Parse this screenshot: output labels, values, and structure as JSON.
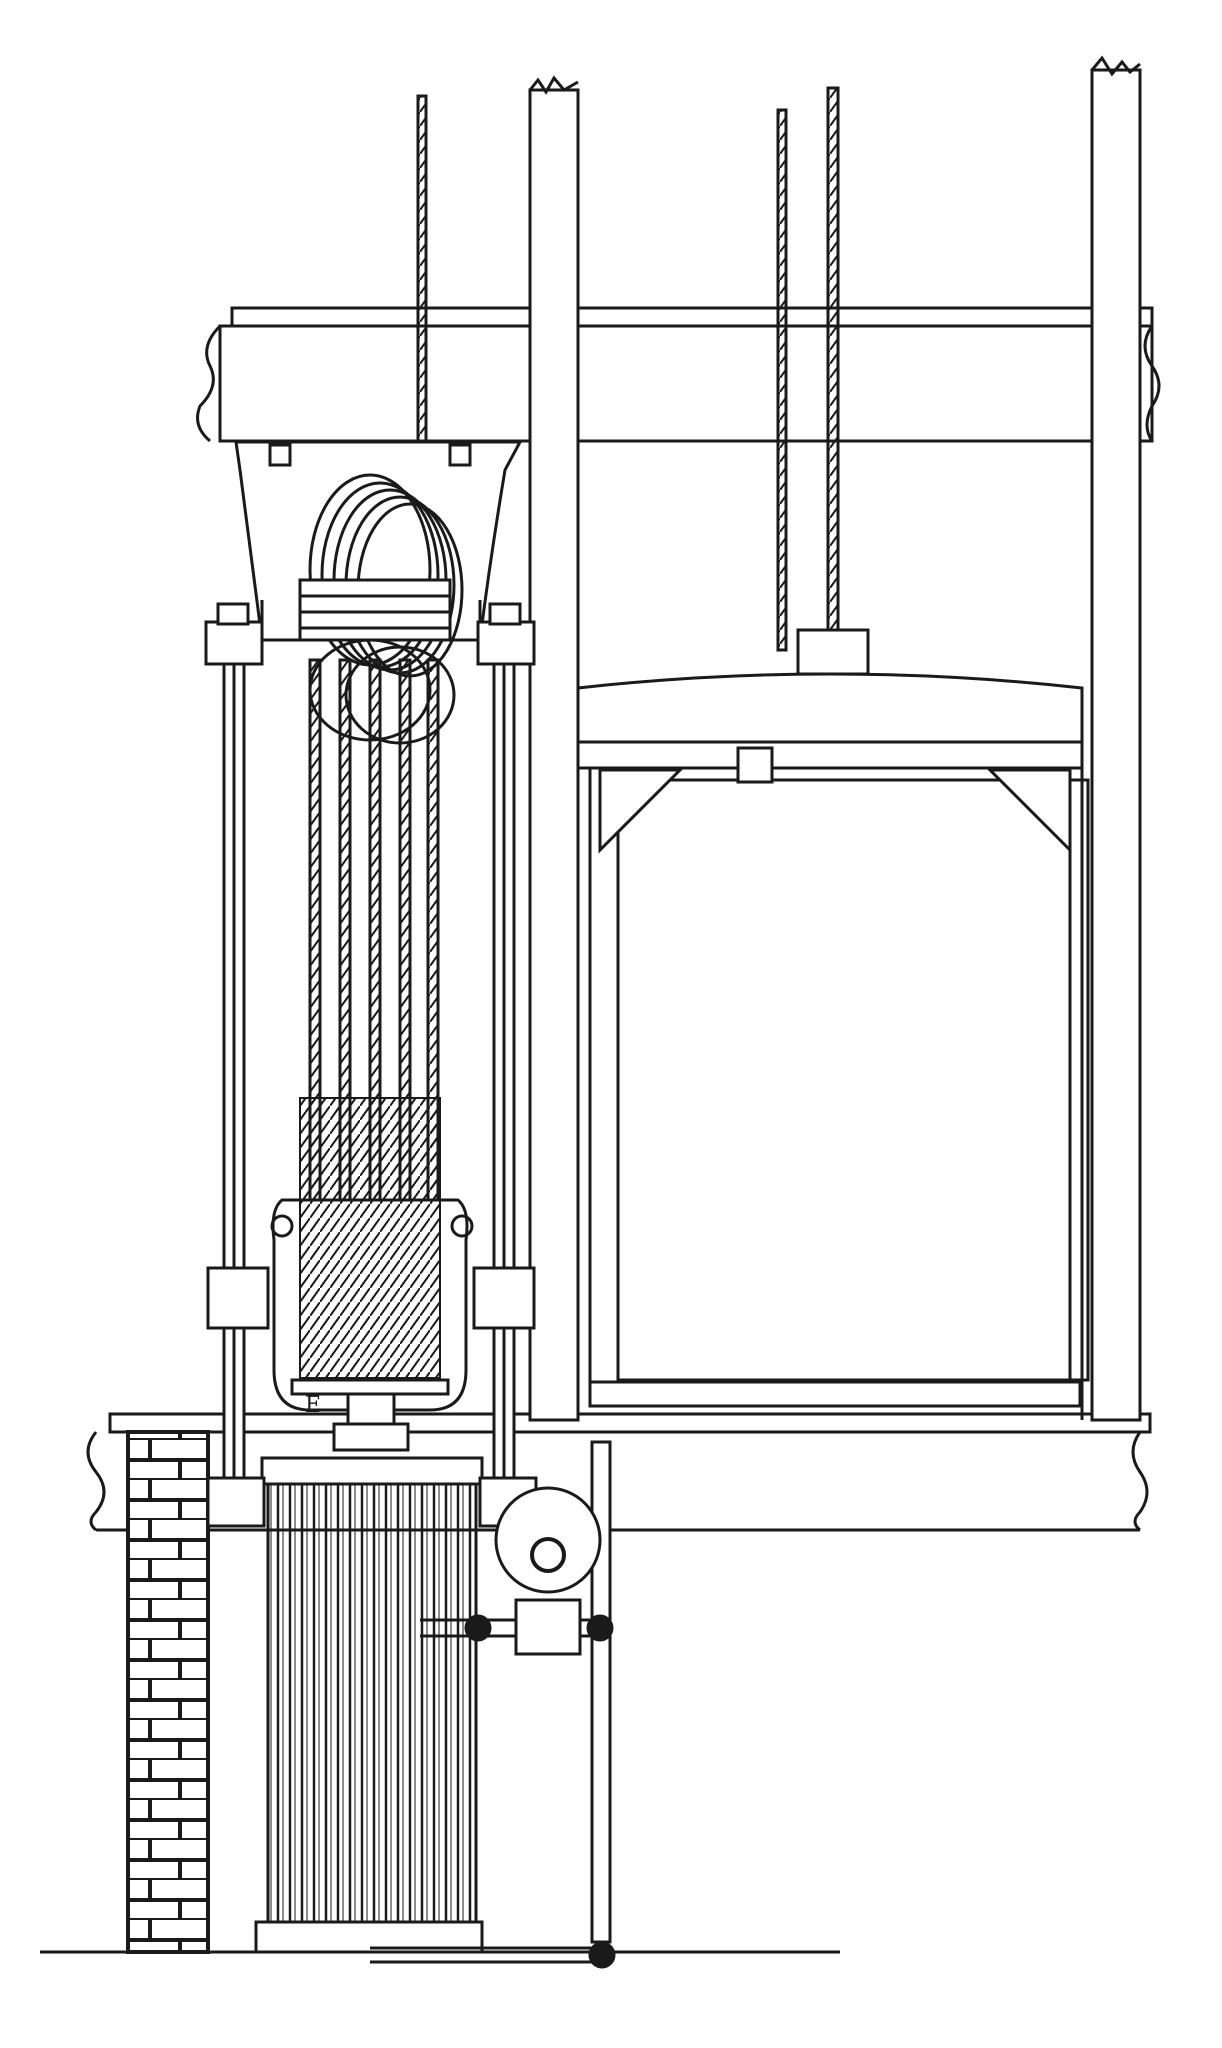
{
  "figure": {
    "callouts": [
      {
        "text": "E"
      }
    ],
    "colors": {
      "ink": "#1a1a1a",
      "paper": "#ffffff",
      "light_ink": "#555555"
    },
    "elements": {
      "floor_beam_upper": "hatched-beam",
      "floor_beam_lower": "hatched-beam",
      "sheave": "grooved-sheave",
      "cylinder": "ribbed-cylinder",
      "crosshead": "cable-yoke",
      "car": "elevator-car",
      "wall": "brick-wall",
      "pipe": "supply-pipe",
      "valve": "control-valve"
    }
  }
}
